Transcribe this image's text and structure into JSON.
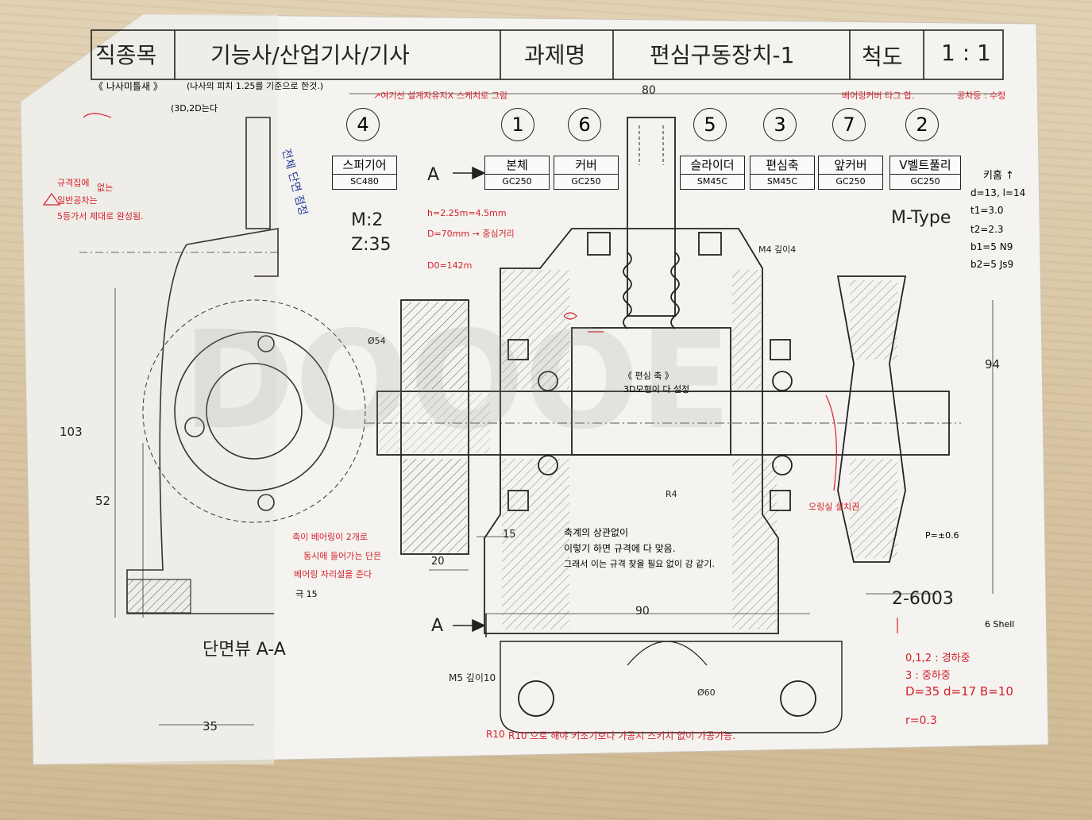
{
  "title_block": {
    "field_label": "직종목",
    "field_value": "기능사/산업기사/기사",
    "project_label": "과제명",
    "project_value": "편심구동장치-1",
    "scale_label": "척도",
    "scale_value": "1 : 1"
  },
  "parts": [
    {
      "number": "4",
      "name": "스퍼기어",
      "material": "SC480"
    },
    {
      "number": "1",
      "name": "본체",
      "material": "GC250"
    },
    {
      "number": "6",
      "name": "커버",
      "material": "GC250"
    },
    {
      "number": "5",
      "name": "슬라이더",
      "material": "SM45C"
    },
    {
      "number": "3",
      "name": "편심축",
      "material": "SM45C"
    },
    {
      "number": "7",
      "name": "앞커버",
      "material": "GC250"
    },
    {
      "number": "2",
      "name": "V벨트풀리",
      "material": "GC250"
    }
  ],
  "gear_spec": {
    "module": "M:2",
    "teeth": "Z:35"
  },
  "pulley_type": "M-Type",
  "section_marks": {
    "a_top": "A",
    "a_bottom": "A",
    "section_view": "단면뷰  A-A"
  },
  "bearing_label": "2-6003",
  "dimensions": {
    "top_width": "80",
    "bottom_width": "90",
    "height_103": "103",
    "height_52": "52",
    "width_35": "35",
    "h_94": "94",
    "d_54": "Ø54",
    "w_15": "15",
    "w_20": "20",
    "r_10": "R10",
    "r_4": "R4",
    "d_60": "Ø60",
    "m5": "M5 깊이10",
    "m4": "M4 깊이4"
  },
  "handwritten_notes": {
    "note_nut": "《 나사미틀새 》",
    "note_nut_rule": "(나사의 피치 1.25를 기준으로 한것.)",
    "note_3d": "(3D,2D는다",
    "note_left_1": "규격집에",
    "note_left_2": "없는",
    "note_left_3": "일반공차는",
    "note_left_4": "5등가서 제대로 완성됨.",
    "note_gear_1": "h=2.25m=4.5mm",
    "note_gear_2": "D=70mm → 중심거리",
    "note_gear_3": "D0=142m",
    "note_top_red": "↗여기선 설계자유지X 스케치로 그림",
    "note_blue": "전체 단면 점정",
    "note_right_top": "베어링커버 타그 합.",
    "note_right_red": "공차등 : 수정",
    "note_right_key_1": "키홈 ↑",
    "note_right_key_2": "d=13, l=14",
    "note_right_key_3": "t1=3.0",
    "note_right_key_4": "t2=2.3",
    "note_right_key_5": "b1=5 N9",
    "note_right_key_6": "b2=5 Js9",
    "note_center_1": "《 편심 축 》",
    "note_center_2": "3D모형이 다 설정",
    "note_center_3": "축계의 상관없이",
    "note_center_4": "이렇기 하면 규격에 다 맞음.",
    "note_center_5": "그래서 이는 규격 찾을 필요 없이 강 같기.",
    "note_bottom_left_1": "축이 베어링이 2개로",
    "note_bottom_left_2": "동시에 들어가는 단은",
    "note_bottom_left_3": "베어링 자리설을 준다",
    "note_bottom_left_4": "극 15",
    "note_bottom_red": "R10 으로 해야 키조기보다 가공시 스키치 없이 가공가능.",
    "note_bearing_1": "0,1,2 : 경하중",
    "note_bearing_2": "3 : 중하중",
    "note_bearing_3": "D=35  d=17  B=10",
    "note_bearing_4": "r=0.3",
    "note_o_ring": "오링실 설치권",
    "note_p_val": "P=±0.6",
    "note_6shell": "6 Shell"
  }
}
